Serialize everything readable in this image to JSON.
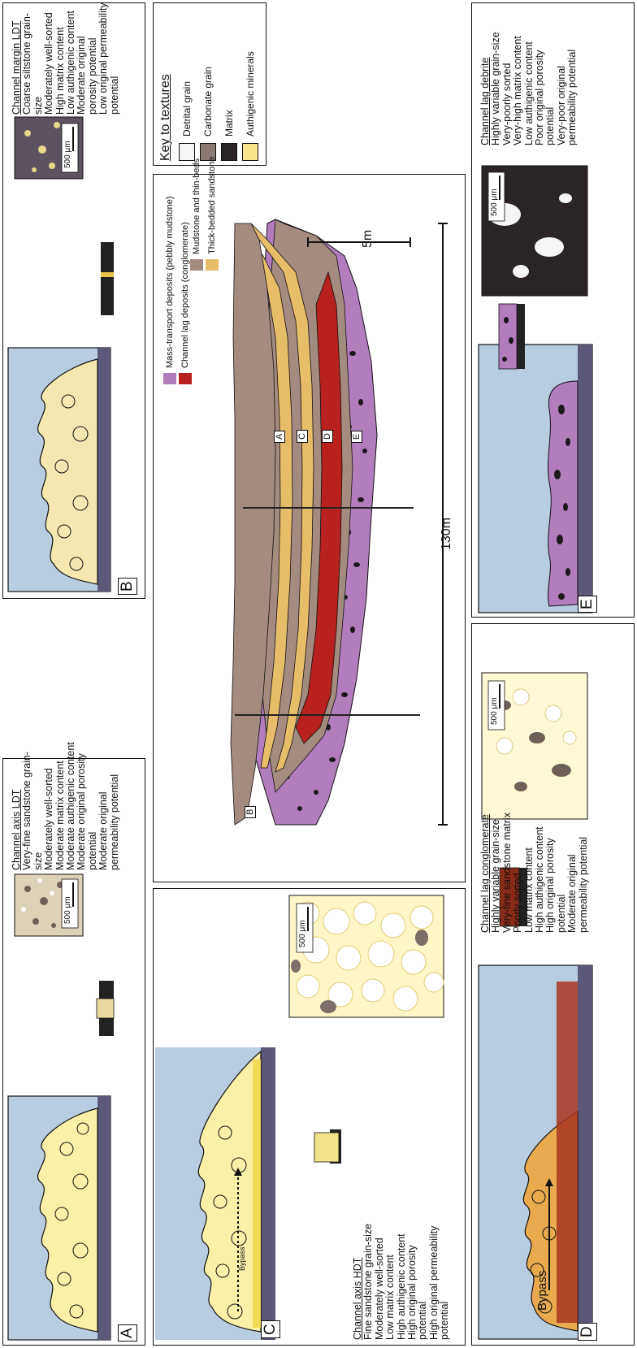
{
  "panels": {
    "A": {
      "letter": "A",
      "title": "Channel axis LDT",
      "lines": [
        "Very-fine sandstone grain-",
        "size",
        "Moderately well-sorted",
        "Moderate matrix content",
        "Moderate authigenic content",
        "Moderate original porosity",
        "potential",
        "Moderate original",
        "permeability potential"
      ],
      "scale": "500 μm"
    },
    "B": {
      "letter": "B",
      "title": "Channel margin LDT",
      "lines": [
        "Coarse siltstone grain-",
        "size",
        "Moderately well-sorted",
        "High matrix content",
        "Low authigenic content",
        "Moderate original",
        "porosity potential",
        "Low original permeability",
        "potential"
      ],
      "scale": "500 μm"
    },
    "C": {
      "letter": "C",
      "title": "Channel axis HDT",
      "lines": [
        "Fine sandstone grain-size",
        "Moderately well-sorted",
        "Low matrix content",
        "High authigenic content",
        "High original porosity",
        "potential",
        "High original permeability",
        "potential"
      ],
      "scale": "500 μm",
      "bypass": "Bypass"
    },
    "D": {
      "letter": "D",
      "title": "Channel lag conglomerate",
      "lines": [
        "Highly variable grain-size",
        "Very-fine sandstone matrix",
        "Poorly sorted",
        "Low matrix content",
        "High authigenic content",
        "High original porosity",
        "potential",
        "Moderate original",
        "permeability potential"
      ],
      "scale": "500 μm",
      "bypass": "Bypass"
    },
    "E": {
      "letter": "E",
      "title": "Channel lag debrite",
      "lines": [
        "Highly variable grain-size",
        "Very-poorly sorted",
        "Very-high matrix content",
        "Low authigenic content",
        "Poor original porosity",
        "potential",
        "Very-poor original",
        "permeability potential"
      ],
      "scale": "500 μm"
    }
  },
  "section": {
    "scale_h": "130m",
    "scale_v": "5m",
    "unit_labels": [
      "A",
      "B",
      "C",
      "D",
      "E"
    ],
    "legend": [
      {
        "label": "Mass-transport deposits",
        "sub": "(pebbly mudstone)",
        "color": "#b27dbd"
      },
      {
        "label": "Channel lag deposits",
        "sub": "(conglomerate)",
        "color": "#b8211d"
      },
      {
        "label": "Mudstone and thin-beds",
        "sub": "",
        "color": "#a38b7f"
      },
      {
        "label": "Thick-bedded sandstone",
        "sub": "",
        "color": "#e8bd6a"
      }
    ]
  },
  "key": {
    "title": "Key to textures",
    "items": [
      {
        "label": "Detrital grain",
        "color": "#f5f5f5"
      },
      {
        "label": "Carbonate grain",
        "color": "#8c7b74"
      },
      {
        "label": "Matrix",
        "color": "#2b2424"
      },
      {
        "label": "Authigenic minerals",
        "color": "#f7e58c"
      }
    ]
  },
  "colors": {
    "water": "#b9cde0",
    "seabed": "#5b5878",
    "flow": "#fbf0a8",
    "mud": "#a38b7f",
    "sand": "#e8bd6a",
    "lag": "#b8211d",
    "mtd": "#b27dbd"
  }
}
